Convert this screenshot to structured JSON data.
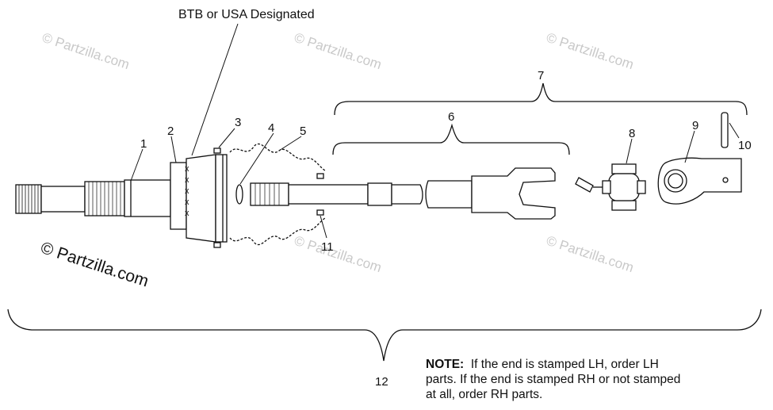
{
  "designation_label": "BTB or USA Designated",
  "callouts": {
    "c1": "1",
    "c2": "2",
    "c3": "3",
    "c4": "4",
    "c5": "5",
    "c6": "6",
    "c7": "7",
    "c8": "8",
    "c9": "9",
    "c10": "10",
    "c11": "11",
    "c12": "12"
  },
  "stamp_marks": [
    "x",
    "x",
    "x",
    "x",
    "x"
  ],
  "brand_text": "© Partzilla.com",
  "watermark_text": "© Partzilla.com",
  "note": {
    "label": "NOTE:",
    "text": "If the end is stamped LH, order LH parts.  If the end is stamped RH or not stamped at all, order RH parts."
  }
}
